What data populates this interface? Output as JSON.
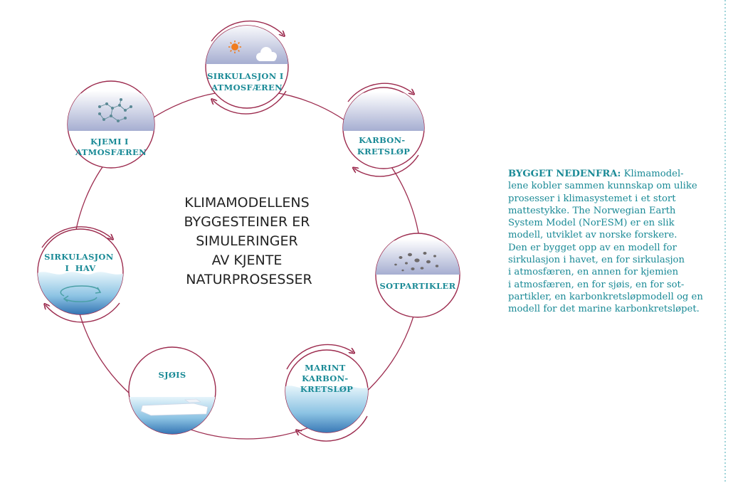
{
  "center_title": [
    "KLIMAMODELLENS",
    "BYGGESTEINER ER",
    "SIMULERINGER",
    "AV KJENTE",
    "NATURPROSESSER"
  ],
  "nodes": {
    "sirkulasjon_atmosfaeren": [
      "SIRKULASJON I",
      "ATMOSFÆREN"
    ],
    "karbonkretslop": [
      "KARBON-",
      "KRETSLØP"
    ],
    "sotpartikler": [
      "SOTPARTIKLER"
    ],
    "marint_karbonkretslop": [
      "MARINT",
      "KARBON-",
      "KRETSLØP"
    ],
    "sjois": [
      "SJØIS"
    ],
    "sirkulasjon_hav": [
      "SIRKULASJON",
      "I  HAV"
    ],
    "kjemi_atmosfaeren": [
      "KJEMI I",
      "ATMOSFÆREN"
    ]
  },
  "side_text": {
    "lead": "BYGGET NEDENFRA:",
    "lines": [
      "Klimamodel-",
      "lene kobler sammen kunnskap om ulike",
      "prosesser i klimasystemet i et stort",
      "mattestykke. The Norwegian Earth",
      "System Model (NorESM) er en slik",
      "modell, utviklet av norske forskere.",
      "Den er bygget opp av en modell for",
      "sirkulasjon i havet, en for sirkulasjon",
      "i atmosfæren, en annen for kjemien",
      "i atmosfæren, en for sjøis, en for sot-",
      "partikler, en karbonkretsløpmodell og en",
      "modell for det marine karbonkretsløpet."
    ]
  },
  "colors": {
    "ring": "#9c2b4e",
    "label": "#1a8a96",
    "sky_top": "#ffffff",
    "sky_bottom": "#a6aed1",
    "water_top": "#dff2fa",
    "water_bottom": "#2e6fb0",
    "sun": "#f07c1e"
  }
}
